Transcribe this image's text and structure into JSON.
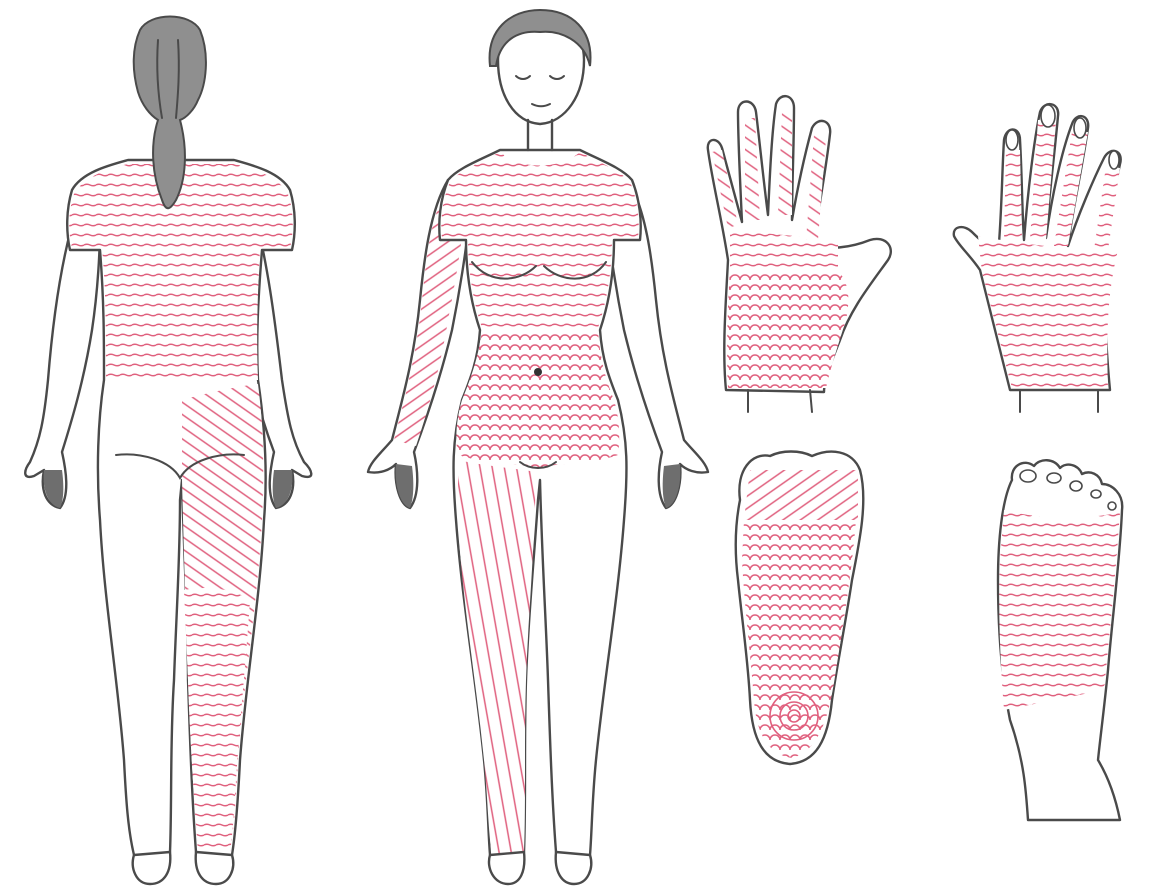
{
  "figure": {
    "subject": "skin-tension-lines",
    "colors": {
      "line": "#e0607e",
      "outline": "#4a4a4a",
      "hair": "#8f8f8f",
      "skin": "#ffffff",
      "background": "#ffffff"
    },
    "panels": [
      {
        "id": "body-back",
        "icon": "human-back-view"
      },
      {
        "id": "body-front",
        "icon": "human-front-view"
      },
      {
        "id": "palm",
        "icon": "hand-palm"
      },
      {
        "id": "hand-dorsal",
        "icon": "hand-back"
      },
      {
        "id": "foot-sole",
        "icon": "foot-sole"
      },
      {
        "id": "foot-dorsal",
        "icon": "foot-top"
      }
    ]
  }
}
